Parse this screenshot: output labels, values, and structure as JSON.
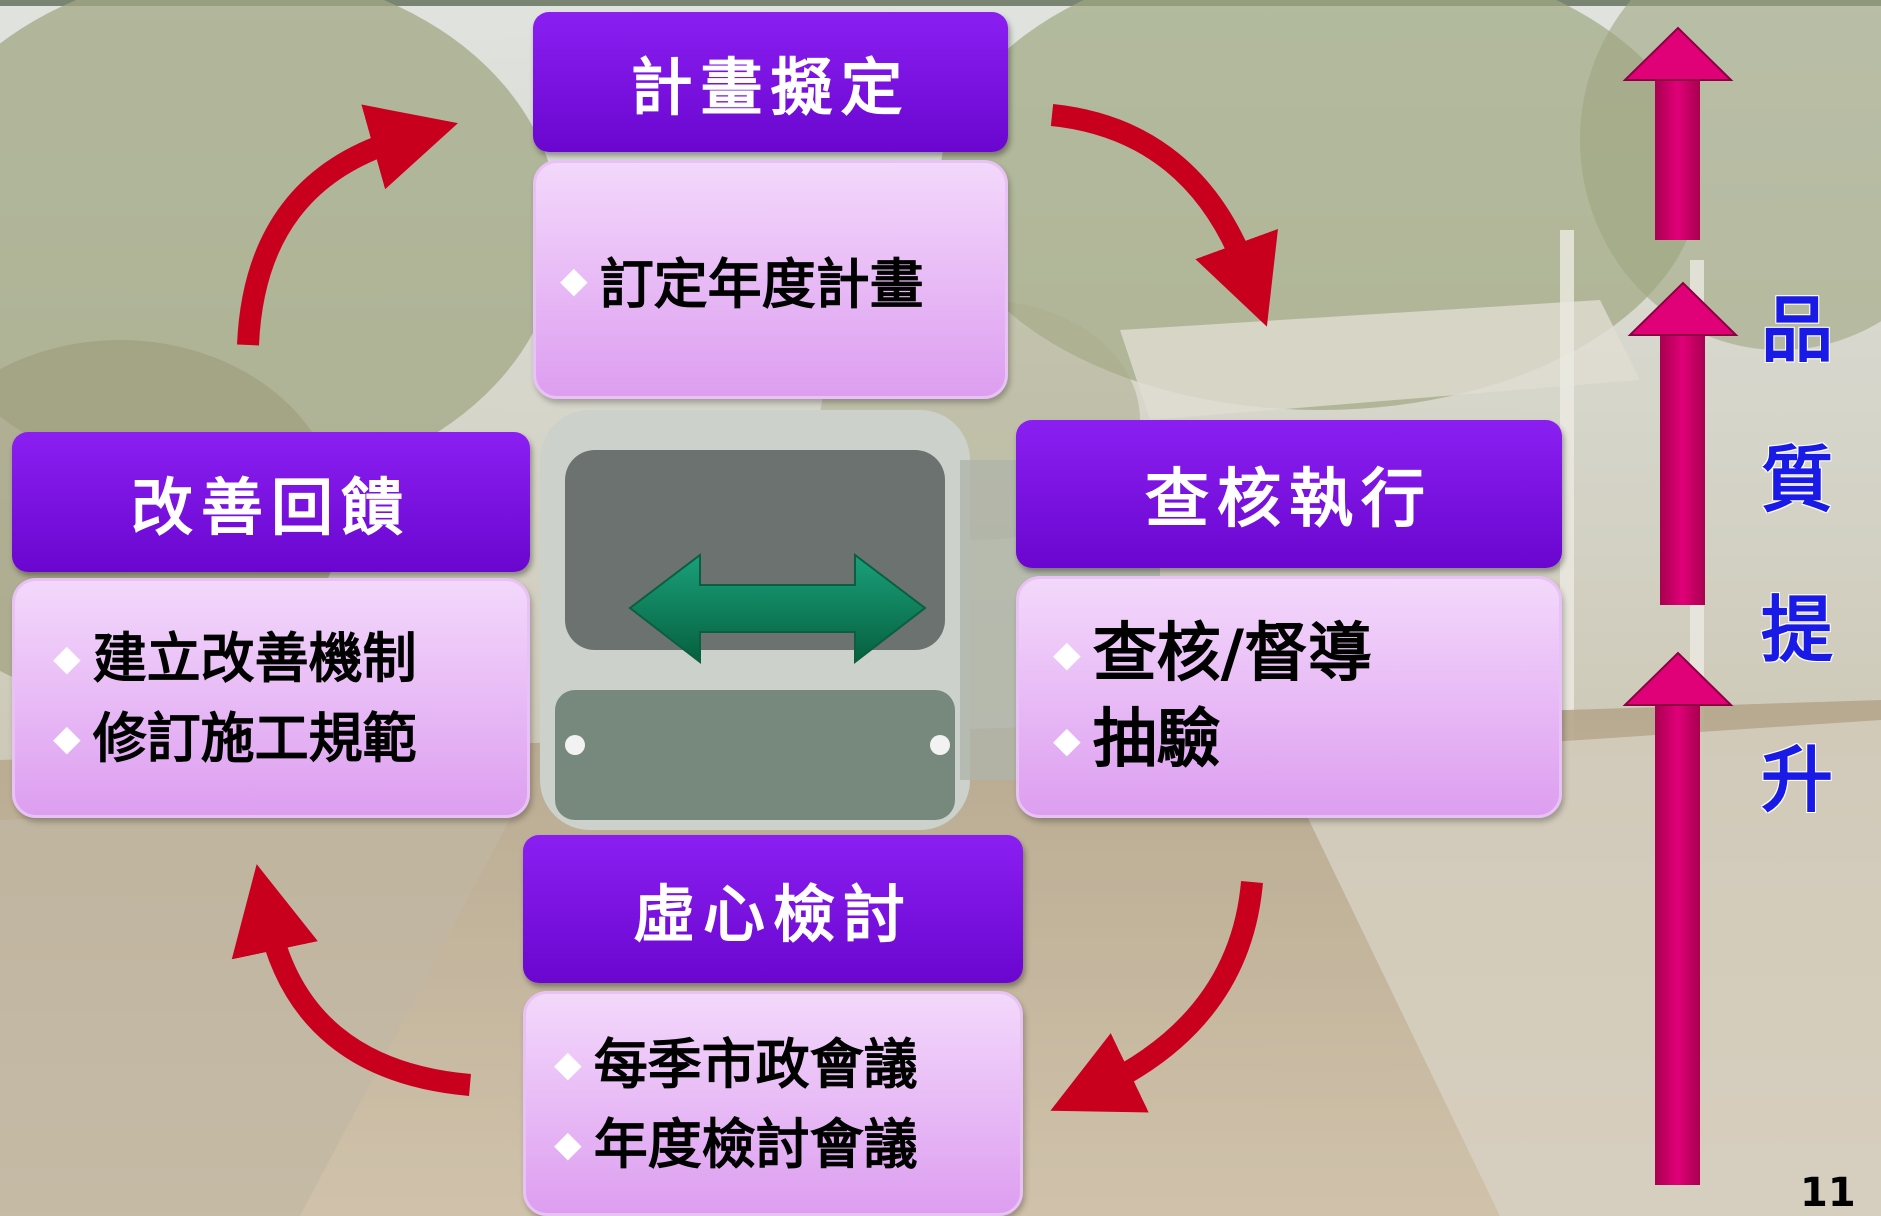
{
  "blocks": {
    "plan": {
      "title": "計畫擬定",
      "items": [
        "訂定年度計畫"
      ]
    },
    "audit": {
      "title": "查核執行",
      "items": [
        "查核/督導",
        "抽驗"
      ]
    },
    "review": {
      "title": "虛心檢討",
      "items": [
        "每季市政會議",
        "年度檢討會議"
      ]
    },
    "feedback": {
      "title": "改善回饋",
      "items": [
        "建立改善機制",
        "修訂施工規範"
      ]
    }
  },
  "bullet": "◆",
  "quality_label": [
    "品",
    "質",
    "提",
    "升"
  ],
  "page_number": "11",
  "colors": {
    "header_purple": "#7a0fe0",
    "body_lilac": "#e8b6f5",
    "cycle_arrow": "#c8001e",
    "exchange_arrow": "#0a7f5a",
    "quality_arrow": "#d4006e",
    "quality_text": "#1a1ae6"
  }
}
